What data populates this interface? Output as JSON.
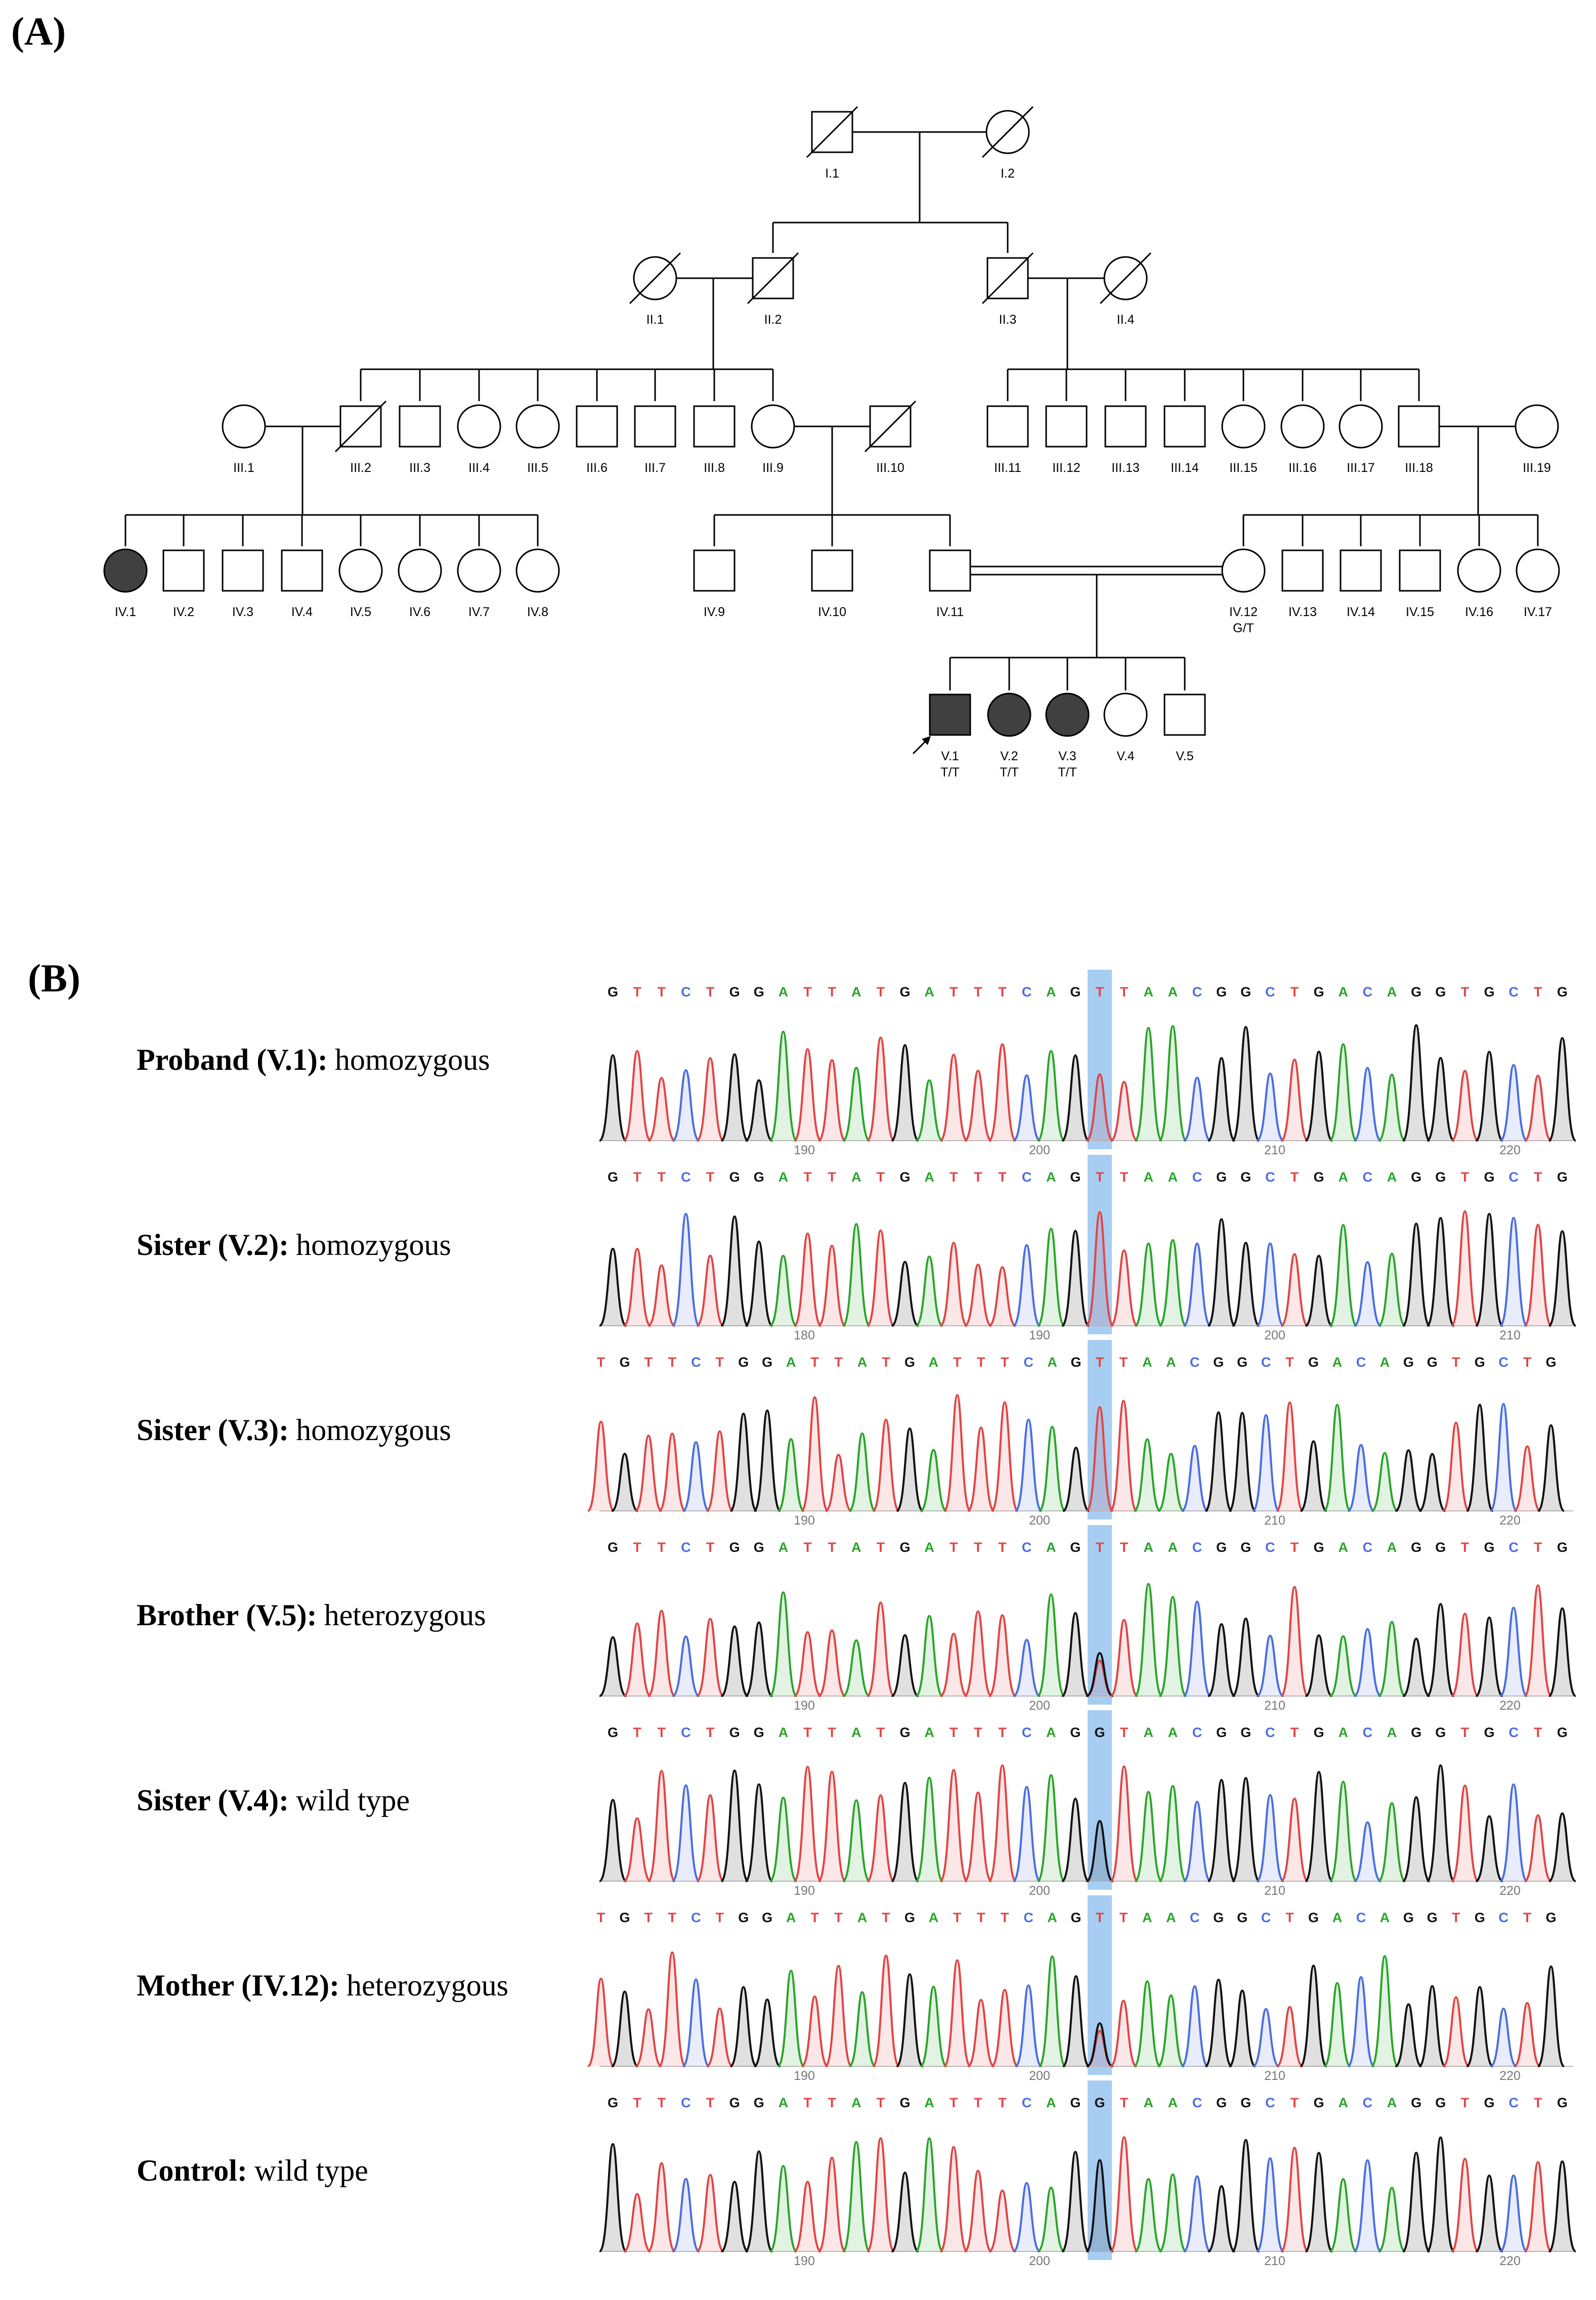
{
  "panel_a_label": "(A)",
  "panel_b_label": "(B)",
  "colors": {
    "affected": "#404040",
    "line": "#000000",
    "highlight": "#a8cdf2",
    "A": "#2aa52a",
    "C": "#4a6de0",
    "G": "#111111",
    "T": "#e04545"
  },
  "pedigree": {
    "generation_I": {
      "I.1": "I.1",
      "I.2": "I.2"
    },
    "generation_II": {
      "II.1": "II.1",
      "II.2": "II.2",
      "II.3": "II.3",
      "II.4": "II.4"
    },
    "generation_III": {
      "III.1": "III.1",
      "III.2": "III.2",
      "III.3": "III.3",
      "III.4": "III.4",
      "III.5": "III.5",
      "III.6": "III.6",
      "III.7": "III.7",
      "III.8": "III.8",
      "III.9": "III.9",
      "III.10": "III.10",
      "III.11": "III.11",
      "III.12": "III.12",
      "III.13": "III.13",
      "III.14": "III.14",
      "III.15": "III.15",
      "III.16": "III.16",
      "III.17": "III.17",
      "III.18": "III.18",
      "III.19": "III.19"
    },
    "generation_IV": {
      "IV.1": "IV.1",
      "IV.2": "IV.2",
      "IV.3": "IV.3",
      "IV.4": "IV.4",
      "IV.5": "IV.5",
      "IV.6": "IV.6",
      "IV.7": "IV.7",
      "IV.8": "IV.8",
      "IV.9": "IV.9",
      "IV.10": "IV.10",
      "IV.11": "IV.11",
      "IV.12": "IV.12",
      "IV.13": "IV.13",
      "IV.14": "IV.14",
      "IV.15": "IV.15",
      "IV.16": "IV.16",
      "IV.17": "IV.17"
    },
    "generation_V": {
      "V.1": "V.1",
      "V.2": "V.2",
      "V.3": "V.3",
      "V.4": "V.4",
      "V.5": "V.5"
    },
    "genotypes": {
      "IV.12": "G/T",
      "V.1": "T/T",
      "V.2": "T/T",
      "V.3": "T/T"
    }
  },
  "chromatograms": {
    "rows": [
      {
        "name": "Proband (V.1):",
        "status": "homozygous",
        "sequence": "GTTCTGGATTATGATTTCAGTTAACGGCTGACAGGTGCTG",
        "ticks": [
          "190",
          "200",
          "210",
          "220"
        ],
        "variant_call": "T"
      },
      {
        "name": "Sister (V.2):",
        "status": "homozygous",
        "sequence": "GTTCTGGATTATGATTTCAGTTAACGGCTGACAGGTGCTG",
        "ticks": [
          "180",
          "190",
          "200",
          "210"
        ],
        "variant_call": "T"
      },
      {
        "name": "Sister (V.3):",
        "status": "homozygous",
        "sequence": "TGTTCTGGATTATGATTTCAGTTAACGGCTGACAGGTGCTG",
        "ticks": [
          "190",
          "200",
          "210",
          "220"
        ],
        "variant_call": "T"
      },
      {
        "name": "Brother (V.5):",
        "status": "heterozygous",
        "sequence": "GTTCTGGATTATGATTTCAGTTAACGGCTGACAGGTGCTG",
        "ticks": [
          "190",
          "200",
          "210",
          "220"
        ],
        "variant_call": "T"
      },
      {
        "name": "Sister (V.4):",
        "status": "wild type",
        "sequence": "GTTCTGGATTATGATTTCAGGTAACGGCTGACAGGTGCTG",
        "ticks": [
          "190",
          "200",
          "210",
          "220"
        ],
        "variant_call": "G"
      },
      {
        "name": "Mother (IV.12):",
        "status": "heterozygous",
        "sequence": "TGTTCTGGATTATGATTTCAGTTAACGGCTGACAGGTGCTG",
        "ticks": [
          "190",
          "200",
          "210",
          "220"
        ],
        "variant_call": "T"
      },
      {
        "name": "Control:",
        "status": "wild type",
        "sequence": "GTTCTGGATTATGATTTCAGGTAACGGCTGACAGGTGCTG",
        "ticks": [
          "190",
          "200",
          "210",
          "220"
        ],
        "variant_call": "G"
      }
    ]
  }
}
